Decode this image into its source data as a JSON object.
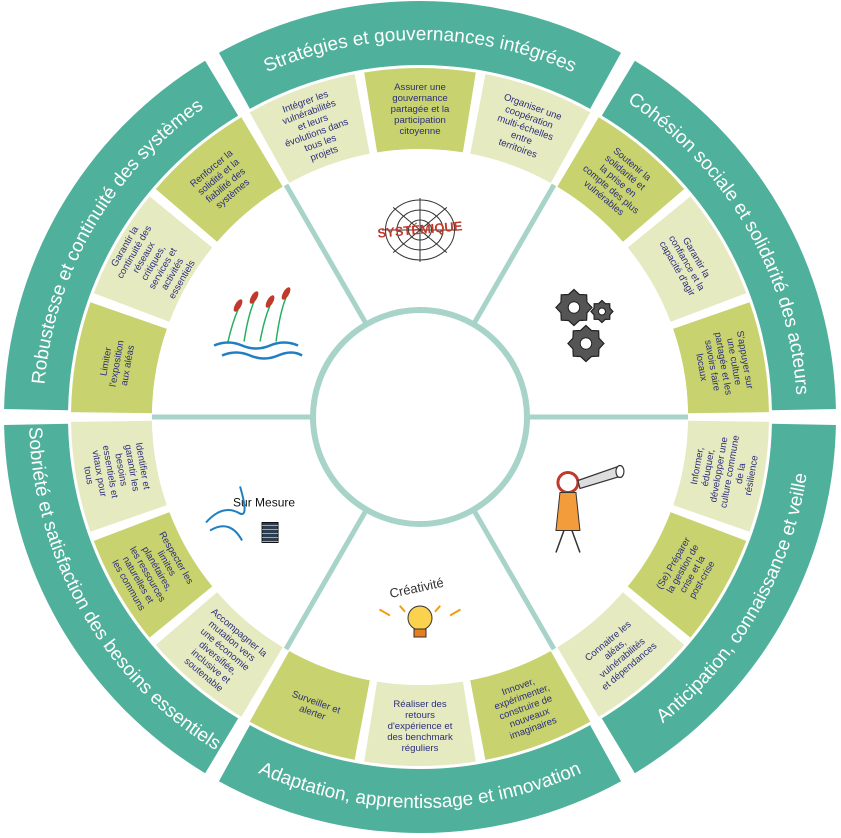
{
  "colors": {
    "teal": "#4fb09b",
    "cell_dark": "#c8d26f",
    "cell_light": "#e6eac1",
    "spoke": "#a7d3c9",
    "text": "#2b2f7a"
  },
  "sectors": [
    {
      "title": "Stratégies et gouvernances intégrées",
      "icon": "spider-web-icon",
      "icon_label": "SYSTÉMIQUE",
      "cells": [
        {
          "text": "Intégrer les vulnérabilités et leurs évolutions dans tous les projets",
          "tone": "light"
        },
        {
          "text": "Assurer une gouvernance partagée et la participation citoyenne",
          "tone": "dark"
        },
        {
          "text": "Organiser une coopération multi-échelles entre territoires",
          "tone": "light"
        }
      ]
    },
    {
      "title": "Cohésion sociale et solidarité des acteurs",
      "icon": "gears-icon",
      "icon_label": "",
      "cells": [
        {
          "text": "Soutenir la solidarité et la prise en compte des plus vulnérables",
          "tone": "dark"
        },
        {
          "text": "Garantir la confiance et la capacité d'agir",
          "tone": "light"
        },
        {
          "text": "S'appuyer sur une culture partagée et les savoirs faire locaux",
          "tone": "dark"
        }
      ]
    },
    {
      "title": "Anticipation, connaissance et veille",
      "icon": "telescope-person-icon",
      "icon_label": "",
      "cells": [
        {
          "text": "Informer, éduquer, développer une culture commune de la résilience",
          "tone": "light"
        },
        {
          "text": "(Se) Préparer la gestion de crise et la post-crise",
          "tone": "dark"
        },
        {
          "text": "Connaitre les aléas, vulnérabilités et dépendances",
          "tone": "light"
        }
      ]
    },
    {
      "title": "Adaptation, apprentissage et innovation",
      "icon": "lightbulb-icon",
      "icon_label": "Créativité",
      "cells": [
        {
          "text": "Innover, expérimenter, construire de nouveaux imaginaires",
          "tone": "dark"
        },
        {
          "text": "Réaliser des retours d'expérience et des benchmark réguliers",
          "tone": "light"
        },
        {
          "text": "Surveiller et alerter",
          "tone": "dark"
        }
      ]
    },
    {
      "title": "Sobriété et satisfaction des besoins essentiels",
      "icon": "sewing-thread-icon",
      "icon_label": "Sur Mesure",
      "cells": [
        {
          "text": "Accompagner la mutation vers une économie diversifiée, inclusive et soutenable",
          "tone": "light"
        },
        {
          "text": "Respecter les limites planétaires, les ressources naturelles et les communs",
          "tone": "dark"
        },
        {
          "text": "Identifier et garantir les besoins essentiels et vitaux pour tous",
          "tone": "light"
        }
      ]
    },
    {
      "title": "Robustesse et continuité des systèmes",
      "icon": "reeds-water-icon",
      "icon_label": "",
      "cells": [
        {
          "text": "Limiter l'exposition aux aléas",
          "tone": "dark"
        },
        {
          "text": "Garantir la continuité des réseaux critiques, services et activités essentiels",
          "tone": "light"
        },
        {
          "text": "Renforcer la solidité et la fiabilité des systèmes",
          "tone": "dark"
        }
      ]
    }
  ]
}
